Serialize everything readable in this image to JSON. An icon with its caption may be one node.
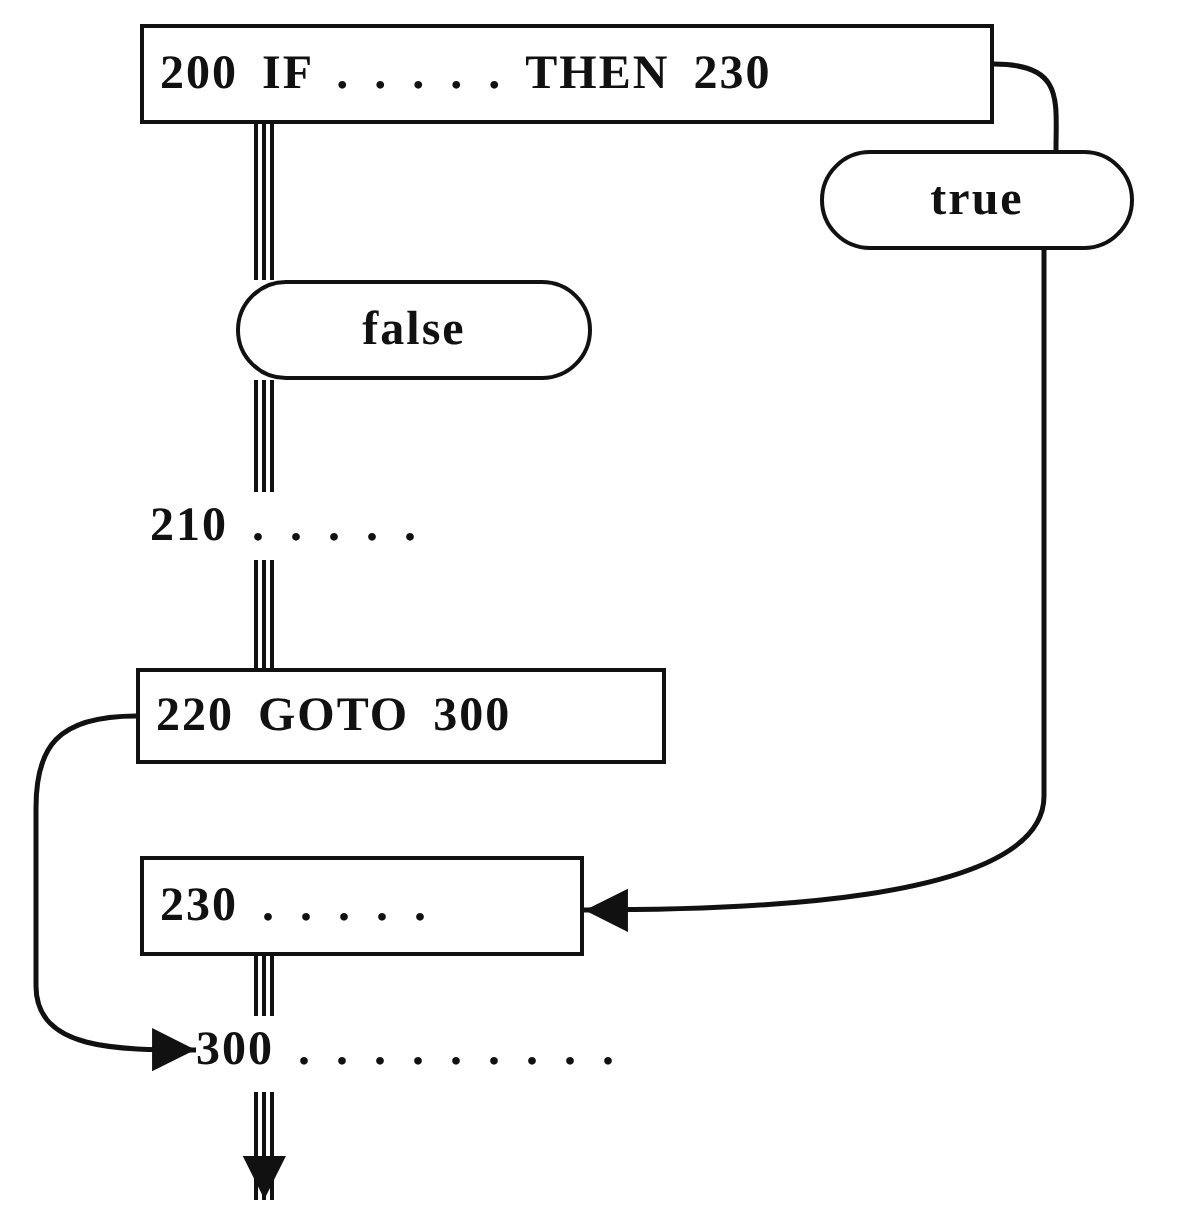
{
  "diagram": {
    "nodes": [
      {
        "text": [
          "200 IF . . . . . THEN 230"
        ]
      },
      {
        "text": [
          "true"
        ]
      },
      {
        "text": [
          "false"
        ]
      },
      {
        "text": [
          "210 . . . . ."
        ]
      },
      {
        "text": [
          "220 GOTO 300"
        ]
      },
      {
        "text": [
          "230 . . . . ."
        ]
      },
      {
        "text": [
          "300 . . . . . . . . ."
        ]
      }
    ],
    "edges": [
      {
        "from": 0,
        "to": 2,
        "arrow": "none",
        "style": "thick"
      },
      {
        "from": 0,
        "to": 1,
        "arrow": "none"
      },
      {
        "from": 2,
        "to": 3,
        "arrow": "none",
        "style": "thick"
      },
      {
        "from": 1,
        "to": 5,
        "arrow": "to"
      },
      {
        "from": 3,
        "to": 4,
        "arrow": "none",
        "style": "thick"
      },
      {
        "from": 4,
        "to": 6,
        "arrow": "to"
      },
      {
        "from": 5,
        "to": 6,
        "arrow": "none",
        "style": "thick"
      },
      {
        "from": 6,
        "to": null,
        "arrow": "to",
        "style": "thick"
      }
    ]
  }
}
